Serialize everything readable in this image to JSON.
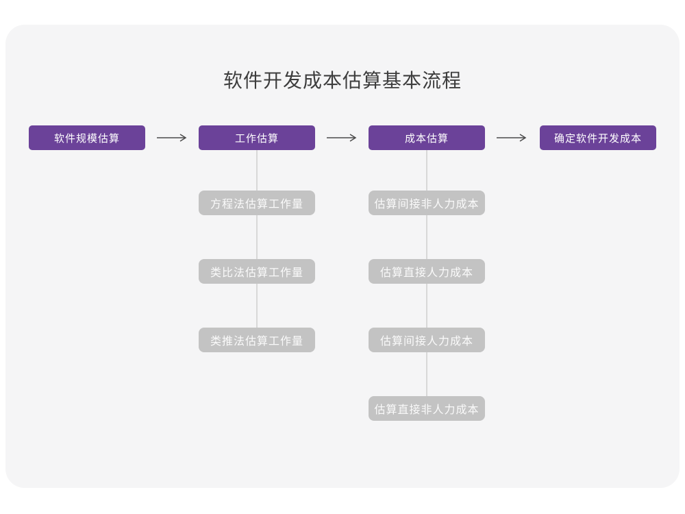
{
  "page": {
    "title": "软件开发成本估算基本流程"
  },
  "colors": {
    "page_background": "#FFFFFF",
    "card_background": "#F5F5F6",
    "main_step_fill": "#6B4299",
    "main_step_text": "#FFFFFF",
    "sub_step_fill": "#C3C3C3",
    "sub_step_text": "#FAFAFA",
    "connector_line": "#D8D8D8",
    "arrow_stroke": "#4A4A4A",
    "title_text": "#3D3D3D"
  },
  "flow": {
    "main_steps": [
      {
        "label": "软件规模估算"
      },
      {
        "label": "工作估算"
      },
      {
        "label": "成本估算"
      },
      {
        "label": "确定软件开发成本"
      }
    ],
    "work_estimation_methods": [
      "方程法估算工作量",
      "类比法估算工作量",
      "类推法估算工作量"
    ],
    "cost_estimation_steps": [
      "估算间接非人力成本",
      "估算直接人力成本",
      "估算间接人力成本",
      "估算直接非人力成本"
    ]
  }
}
